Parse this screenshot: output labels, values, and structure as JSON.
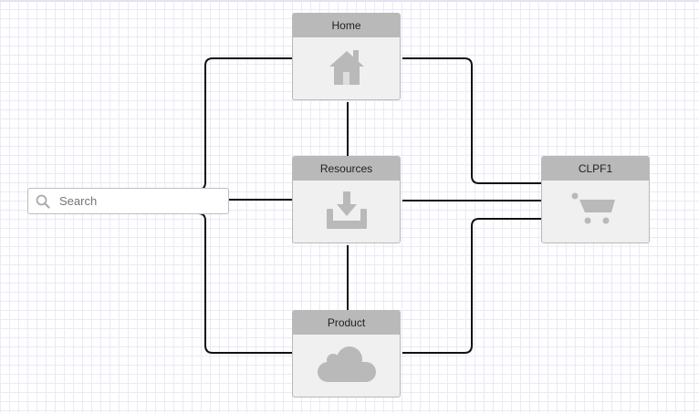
{
  "search": {
    "placeholder": "Search",
    "icon": "search-icon"
  },
  "nodes": [
    {
      "label": "Home",
      "icon": "home-icon"
    },
    {
      "label": "Resources",
      "icon": "download-icon"
    },
    {
      "label": "Product",
      "icon": "cloud-icon"
    },
    {
      "label": "CLPF1",
      "icon": "cart-icon"
    }
  ],
  "colors": {
    "header": "#b9b9b9",
    "body": "#f0f0f0",
    "icon": "#b9b9b9",
    "link": "#111111",
    "grid": "#ebe9f7"
  }
}
